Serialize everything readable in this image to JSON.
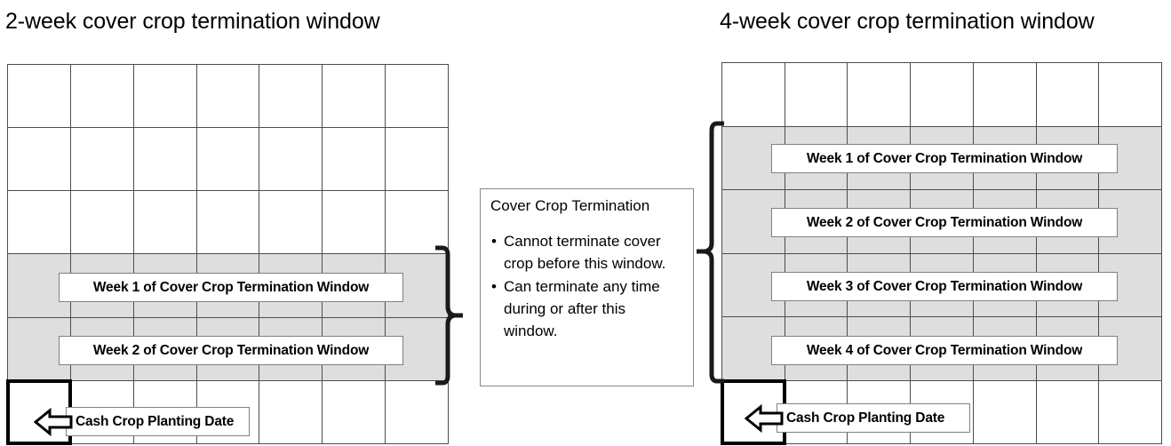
{
  "panels": {
    "left": {
      "title": "2-week cover crop termination window",
      "grid": {
        "columns": 7,
        "rows": 6
      },
      "shaded_rows": [
        4,
        5
      ],
      "week_labels": [
        {
          "text": "Week 1 of Cover Crop Termination Window",
          "row": 4
        },
        {
          "text": "Week 2 of Cover Crop Termination Window",
          "row": 5
        }
      ],
      "planting": {
        "label": "Cash Crop Planting Date",
        "arrow_icon": "left-arrow-icon",
        "row": 6,
        "column": 1
      }
    },
    "right": {
      "title": "4-week cover crop termination window",
      "grid": {
        "columns": 7,
        "rows": 6
      },
      "shaded_rows": [
        2,
        3,
        4,
        5
      ],
      "week_labels": [
        {
          "text": "Week 1 of Cover Crop Termination Window",
          "row": 2
        },
        {
          "text": "Week 2 of Cover Crop Termination Window",
          "row": 3
        },
        {
          "text": "Week 3 of Cover Crop Termination Window",
          "row": 4
        },
        {
          "text": "Week 4 of Cover Crop Termination Window",
          "row": 5
        }
      ],
      "planting": {
        "label": "Cash Crop Planting Date",
        "arrow_icon": "left-arrow-icon",
        "row": 6,
        "column": 1
      }
    }
  },
  "callout": {
    "title": "Cover Crop Termination",
    "bullets": [
      "Cannot terminate cover crop before this window.",
      "Can terminate any time during or after this window."
    ]
  },
  "connectors": {
    "left_brace": "curly-brace-right-icon",
    "right_brace": "curly-brace-left-icon"
  },
  "colors": {
    "shaded_cell": "#dedede",
    "grid_line": "#4d4d4d",
    "highlight_border": "#000000",
    "label_border": "#808080",
    "background": "#ffffff"
  }
}
